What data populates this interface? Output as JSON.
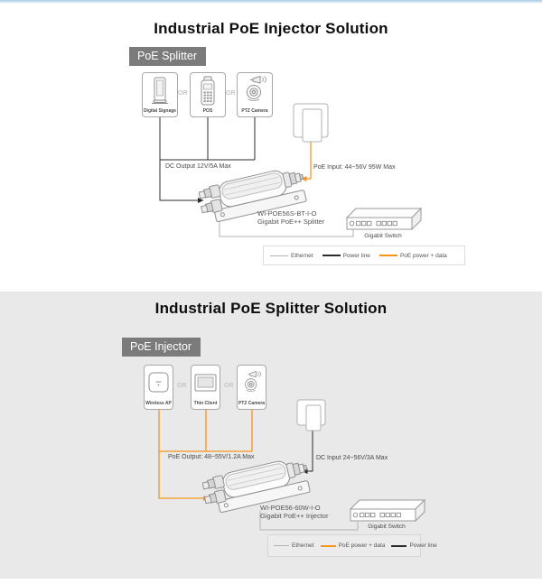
{
  "sections": [
    {
      "title": "Industrial PoE Injector Solution",
      "badge": "PoE Splitter",
      "or_label": "OR",
      "devices": [
        {
          "label": "Digital Signage"
        },
        {
          "label": "POS"
        },
        {
          "label": "PTZ Camera"
        }
      ],
      "output_label": "DC Output 12V/5A Max",
      "input_label": "PoE Input: 44~56V 95W Max",
      "product_model": "WI-POE56S-BT-I-O",
      "product_desc": "Gigabit PoE++ Splitter",
      "switch_label": "Gigabit Switch",
      "legend": [
        {
          "label": "Ethernet",
          "color": "#b3b3b3"
        },
        {
          "label": "Power line",
          "color": "#2b2b2b"
        },
        {
          "label": "PoE power + data",
          "color": "#f7941e"
        }
      ]
    },
    {
      "title": "Industrial PoE Splitter Solution",
      "badge": "PoE Injector",
      "or_label": "OR",
      "devices": [
        {
          "label": "Wireless AP"
        },
        {
          "label": "Thin Client"
        },
        {
          "label": "PTZ Camera"
        }
      ],
      "output_label": "PoE Output: 48~55V/1.2A Max",
      "input_label": "DC Input 24~56V/3A Max",
      "product_model": "WI-POE56-60W-I-O",
      "product_desc": "Gigabit PoE++ Injector",
      "switch_label": "Gigabit Switch",
      "legend": [
        {
          "label": "Ethernet",
          "color": "#b3b3b3"
        },
        {
          "label": "PoE power + data",
          "color": "#f7941e"
        },
        {
          "label": "Power line",
          "color": "#2b2b2b"
        }
      ]
    }
  ],
  "colors": {
    "poe_orange": "#f7941e",
    "ethernet_gray": "#b3b3b3",
    "power_black": "#2b2b2b",
    "badge_gray": "#7b7b7b",
    "section2_background": "#e9e9e9"
  }
}
